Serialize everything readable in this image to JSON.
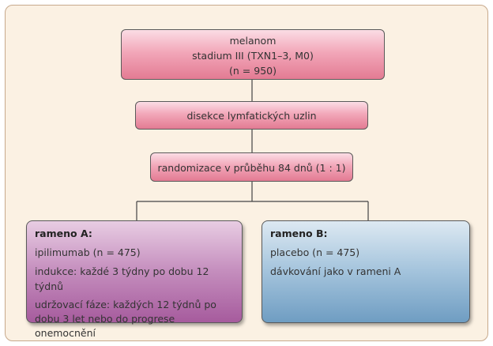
{
  "melanom": {
    "line1": "melanom",
    "line2": "stadium III (TXN1–3, M0)",
    "line3": "(n = 950)"
  },
  "disekce": "disekce lymfatických uzlin",
  "randomizace": "randomizace v průběhu 84 dnů (1 : 1)",
  "arm_a": {
    "title": "rameno A:",
    "lines": [
      "ipilimumab (n = 475)",
      "indukce: každé 3 týdny po dobu 12 týdnů",
      "udržovací fáze: každých 12 týdnů po dobu 3 let nebo do progrese onemocnění"
    ]
  },
  "arm_b": {
    "title": "rameno B:",
    "lines": [
      "placebo (n = 475)",
      "dávkování jako v rameni A"
    ]
  },
  "colors": {
    "background_panel": "#fbf1e3",
    "pink_box": "#f2a7b9",
    "arm_a_box": "#c48dbd",
    "arm_b_box": "#a3c3dc"
  }
}
